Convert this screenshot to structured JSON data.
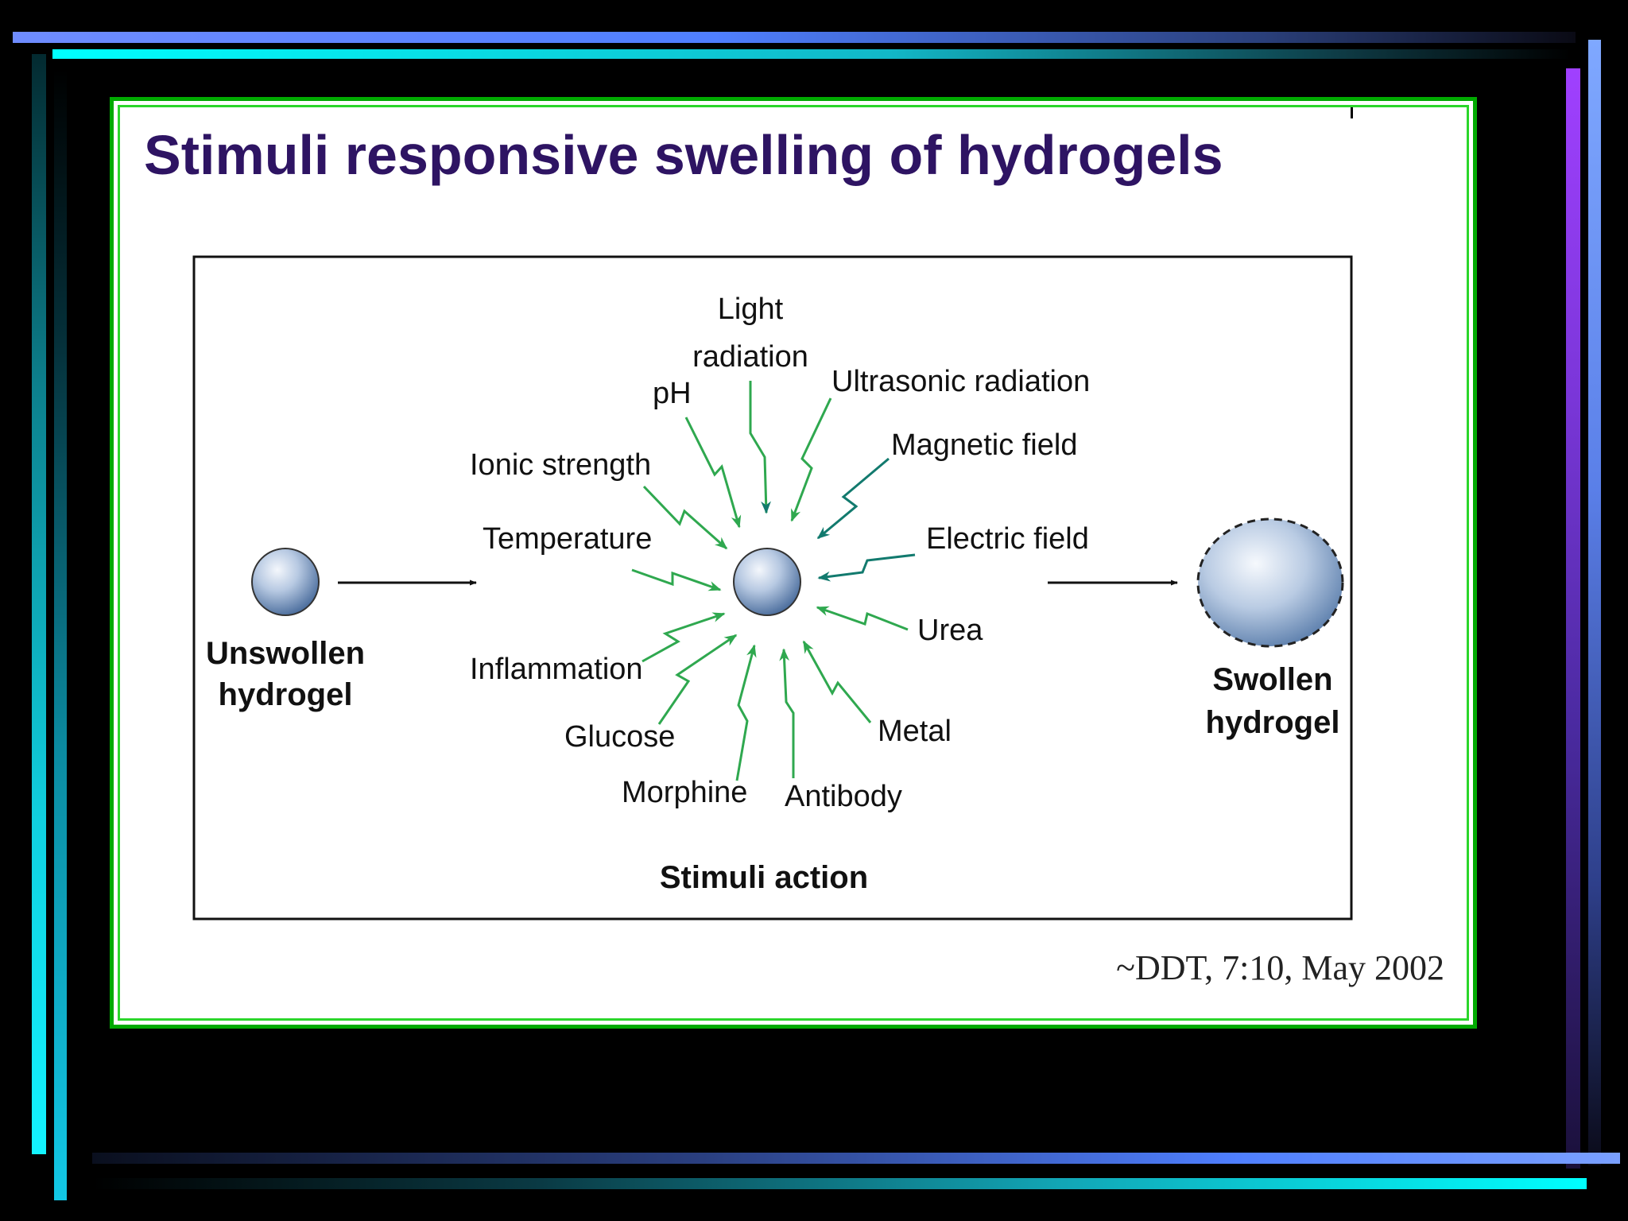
{
  "slide": {
    "title": "Stimuli responsive swelling of hydrogels",
    "citation": "~DDT, 7:10, May 2002"
  },
  "diagram": {
    "unswollen_label_line1": "Unswollen",
    "unswollen_label_line2": "hydrogel",
    "swollen_label_line1": "Swollen",
    "swollen_label_line2": "hydrogel",
    "center_caption": "Stimuli action",
    "stimuli": {
      "light_line1": "Light",
      "light_line2": "radiation",
      "ultrasonic": "Ultrasonic radiation",
      "ph": "pH",
      "magnetic": "Magnetic field",
      "ionic": "Ionic strength",
      "temperature": "Temperature",
      "electric": "Electric field",
      "urea": "Urea",
      "inflammation": "Inflammation",
      "glucose": "Glucose",
      "metal": "Metal",
      "morphine": "Morphine",
      "antibody": "Antibody"
    },
    "colors": {
      "green_arrow": "#2fa84f",
      "teal_arrow": "#127a6e",
      "sphere_light": "#e8eef8",
      "sphere_dark": "#5c7fae"
    }
  }
}
